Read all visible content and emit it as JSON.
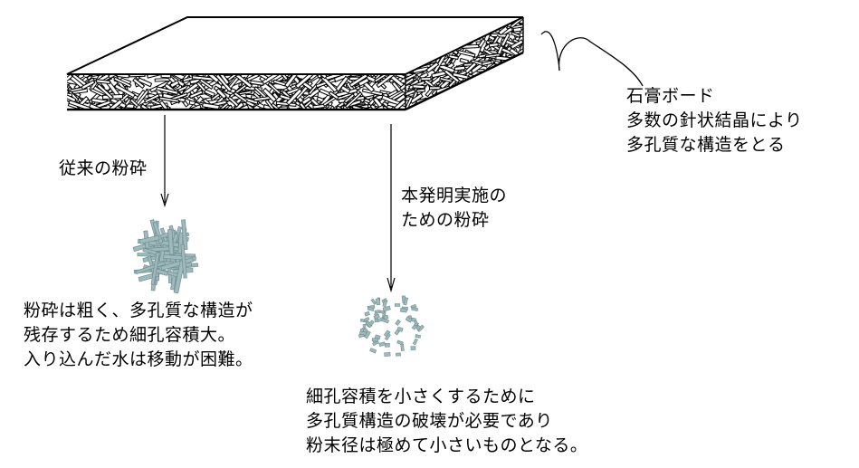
{
  "board_label": {
    "lines": [
      "石膏ボード",
      "多数の針状結晶により",
      "多孔質な構造をとる"
    ]
  },
  "conventional": {
    "label": "従来の粉砕",
    "caption_lines": [
      "粉砕は粗く、多孔質な構造が",
      "残存するため細孔容積大。",
      "入り込んだ水は移動が困難。"
    ]
  },
  "invention": {
    "label_lines": [
      "本発明実施の",
      "ための粉砕"
    ],
    "caption_lines": [
      "細孔容積を小さくするために",
      "多孔質構造の破壊が必要であり",
      "粉末径は極めて小さいものとなる。"
    ]
  },
  "colors": {
    "line": "#000000",
    "crystal_fill": "#9fb9bc",
    "crystal_stroke": "#6f8e91",
    "board_top": "#ffffff"
  },
  "icons": {
    "board": "gypsum-board-illustration",
    "coarse": "coarse-particle-cluster-icon",
    "fine": "fine-particle-scatter-icon"
  }
}
